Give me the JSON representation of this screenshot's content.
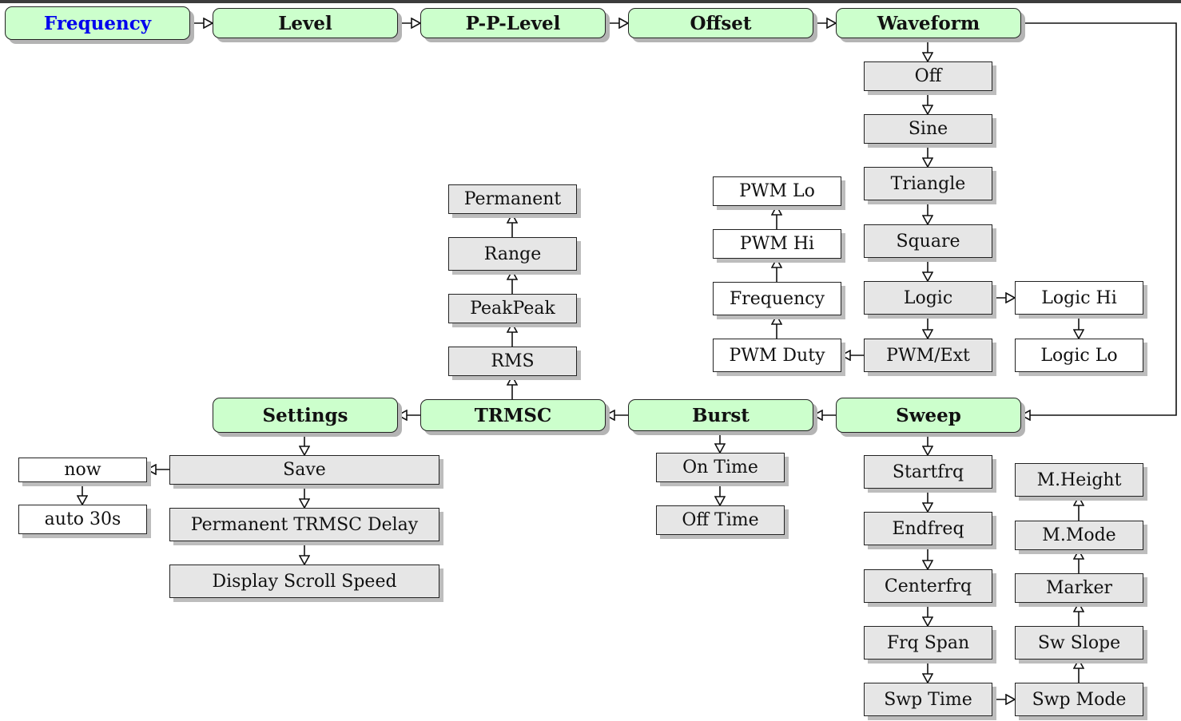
{
  "diagram": {
    "main_menu": [
      {
        "id": "frequency",
        "label": "Frequency",
        "active": true
      },
      {
        "id": "level",
        "label": "Level"
      },
      {
        "id": "pplevel",
        "label": "P-P-Level"
      },
      {
        "id": "offset",
        "label": "Offset"
      },
      {
        "id": "waveform",
        "label": "Waveform"
      },
      {
        "id": "sweep",
        "label": "Sweep"
      },
      {
        "id": "burst",
        "label": "Burst"
      },
      {
        "id": "trmsc",
        "label": "TRMSC"
      },
      {
        "id": "settings",
        "label": "Settings"
      }
    ],
    "waveform_items": [
      "Off",
      "Sine",
      "Triangle",
      "Square",
      "Logic",
      "PWM/Ext"
    ],
    "logic_items": [
      "Logic Hi",
      "Logic Lo"
    ],
    "pwm_items": [
      "PWM Duty",
      "Frequency",
      "PWM Hi",
      "PWM Lo"
    ],
    "trmsc_items": [
      "RMS",
      "PeakPeak",
      "Range",
      "Permanent"
    ],
    "settings_items": [
      "Save",
      "Permanent TRMSC Delay",
      "Display Scroll Speed"
    ],
    "save_items": [
      "now",
      "auto 30s"
    ],
    "burst_items": [
      "On Time",
      "Off Time"
    ],
    "sweep_items": [
      "Startfrq",
      "Endfreq",
      "Centerfrq",
      "Frq Span",
      "Swp Time"
    ],
    "swpmode_items": [
      "Swp Mode",
      "Sw Slope",
      "Marker",
      "M.Mode",
      "M.Height"
    ]
  },
  "colors": {
    "main_fill": "#ccffcc",
    "sub_fill": "#e6e6e6",
    "option_fill": "#ffffff",
    "active_text": "#0000ee"
  }
}
